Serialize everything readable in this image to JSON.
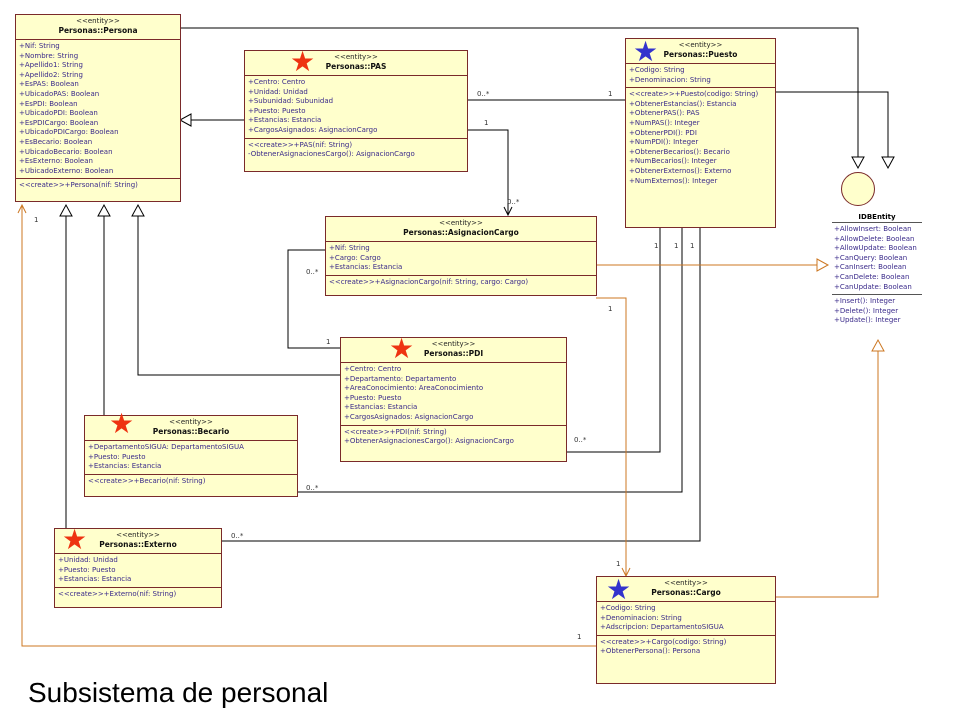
{
  "caption": "Subsistema de personal",
  "stereotype": "<<entity>>",
  "classes": {
    "persona": {
      "name": "Personas::Persona",
      "attributes": [
        "+Nif: String",
        "+Nombre: String",
        "+Apellido1: String",
        "+Apellido2: String",
        "+EsPAS: Boolean",
        "+UbicadoPAS: Boolean",
        "+EsPDI: Boolean",
        "+UbicadoPDI: Boolean",
        "+EsPDICargo: Boolean",
        "+UbicadoPDICargo: Boolean",
        "+EsBecario: Boolean",
        "+UbicadoBecario: Boolean",
        "+EsExterno: Boolean",
        "+UbicadoExterno: Boolean"
      ],
      "operations": [
        "<<create>>+Persona(nif: String)"
      ]
    },
    "pas": {
      "name": "Personas::PAS",
      "attributes": [
        "+Centro: Centro",
        "+Unidad: Unidad",
        "+Subunidad: Subunidad",
        "+Puesto: Puesto",
        "+Estancias: Estancia",
        "+CargosAsignados: AsignacionCargo"
      ],
      "operations": [
        "<<create>>+PAS(nif: String)",
        "-ObtenerAsignacionesCargo(): AsignacionCargo"
      ]
    },
    "puesto": {
      "name": "Personas::Puesto",
      "attributes": [
        "+Codigo: String",
        "+Denominacion: String"
      ],
      "operations": [
        "<<create>>+Puesto(codigo: String)",
        "+ObtenerEstancias(): Estancia",
        "+ObtenerPAS(): PAS",
        "+NumPAS(): Integer",
        "+ObtenerPDI(): PDI",
        "+NumPDI(): Integer",
        "+ObtenerBecarios(): Becario",
        "+NumBecarios(): Integer",
        "+ObtenerExternos(): Externo",
        "+NumExternos(): Integer"
      ]
    },
    "asignacion": {
      "name": "Personas::AsignacionCargo",
      "attributes": [
        "+Nif: String",
        "+Cargo: Cargo",
        "+Estancias: Estancia"
      ],
      "operations": [
        "<<create>>+AsignacionCargo(nif: String, cargo: Cargo)"
      ]
    },
    "pdi": {
      "name": "Personas::PDI",
      "attributes": [
        "+Centro: Centro",
        "+Departamento: Departamento",
        "+AreaConocimiento: AreaConocimiento",
        "+Puesto: Puesto",
        "+Estancias: Estancia",
        "+CargosAsignados: AsignacionCargo"
      ],
      "operations": [
        "<<create>>+PDI(nif: String)",
        "+ObtenerAsignacionesCargo(): AsignacionCargo"
      ]
    },
    "becario": {
      "name": "Personas::Becario",
      "attributes": [
        "+DepartamentoSIGUA: DepartamentoSIGUA",
        "+Puesto: Puesto",
        "+Estancias: Estancia"
      ],
      "operations": [
        "<<create>>+Becario(nif: String)"
      ]
    },
    "externo": {
      "name": "Personas::Externo",
      "attributes": [
        "+Unidad: Unidad",
        "+Puesto: Puesto",
        "+Estancias: Estancia"
      ],
      "operations": [
        "<<create>>+Externo(nif: String)"
      ]
    },
    "cargo": {
      "name": "Personas::Cargo",
      "attributes": [
        "+Codigo: String",
        "+Denominacion: String",
        "+Adscripcion: DepartamentoSIGUA"
      ],
      "operations": [
        "<<create>>+Cargo(codigo: String)",
        "+ObtenerPersona(): Persona"
      ]
    }
  },
  "interface": {
    "name": "IDBEntity",
    "attributes": [
      "+AllowInsert: Boolean",
      "+AllowDelete: Boolean",
      "+AllowUpdate: Boolean",
      "+CanQuery: Boolean",
      "+CanInsert: Boolean",
      "+CanDelete: Boolean",
      "+CanUpdate: Boolean"
    ],
    "operations": [
      "+Insert(): Integer",
      "+Delete(): Integer",
      "+Update(): Integer"
    ]
  },
  "multiplicities": {
    "pas_puesto_many": "0..*",
    "pas_puesto_one": "1",
    "pas_asig_one": "1",
    "pas_asig_many": "0..*",
    "persona_cargo_one": "1",
    "asig_pdi_many": "0..*",
    "asig_pdi_one": "1",
    "puesto_1a": "1",
    "puesto_1b": "1",
    "puesto_1c": "1",
    "pdi_puesto_many": "0..*",
    "becario_puesto_many": "0..*",
    "externo_puesto_many": "0..*",
    "asig_cargo_one": "1",
    "cargo_top_one": "1",
    "cargo_persona_one": "1"
  },
  "colors": {
    "box_fill": "#ffffcc",
    "box_border": "#7a2a2a",
    "star_red": "#ee3311",
    "star_blue": "#3333cc",
    "assoc_line": "#cc7722",
    "inherit_line": "#000000"
  }
}
